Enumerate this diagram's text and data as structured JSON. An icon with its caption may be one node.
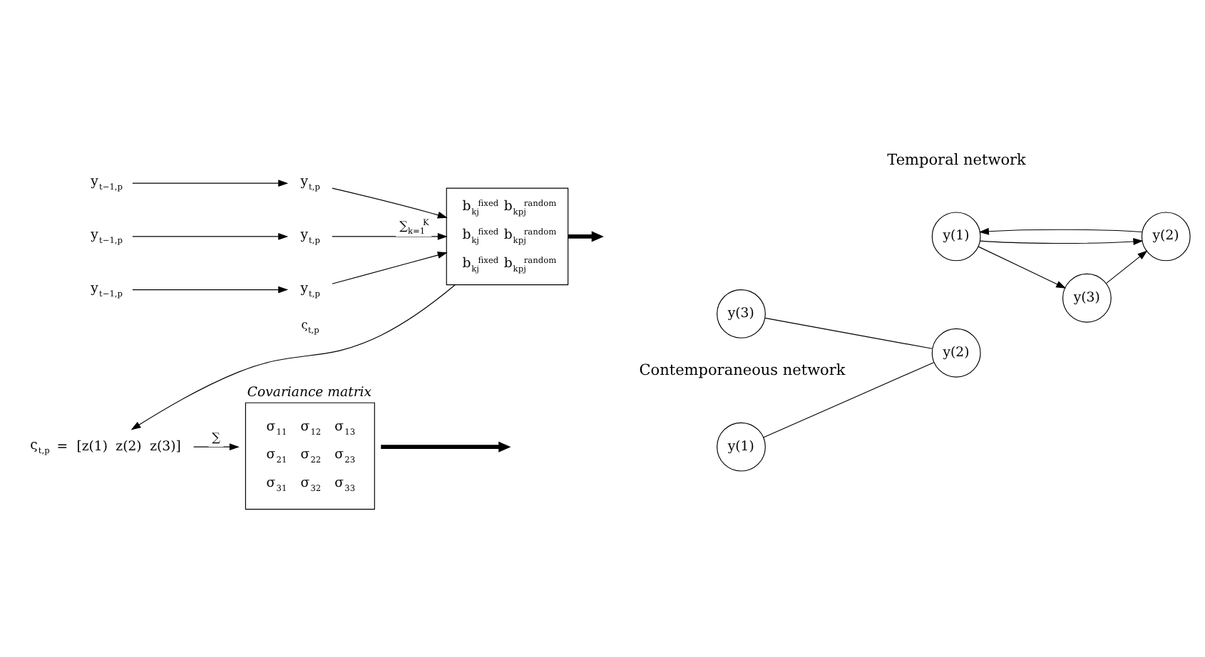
{
  "diagram": {
    "nodes": [
      {
        "text": [
          "y$_{t−1,p}$"
        ]
      },
      {
        "text": [
          "y$_{t,p}$"
        ]
      },
      {
        "text": [
          "y$_{t−1,p}$"
        ]
      },
      {
        "text": [
          "y$_{t,p}$"
        ]
      },
      {
        "text": [
          "y$_{t−1,p}$"
        ]
      },
      {
        "text": [
          "y$_{t,p}$"
        ]
      },
      {
        "text": [
          "b$_{kj}$$^{fixed}$ b$_{kpj}$$^{random}$",
          "b$_{kj}$$^{fixed}$ b$_{kpj}$$^{random}$",
          "b$_{kj}$$^{fixed}$ b$_{kpj}$$^{random}$"
        ]
      },
      {
        "text": [
          "y(1)"
        ]
      },
      {
        "text": [
          "y(2)"
        ]
      },
      {
        "text": [
          "y(3)"
        ]
      },
      {
        "text": [
          "ς$_{t,p}$ = [z(1) z(2) z(3)]"
        ]
      },
      {
        "text": [
          "σ$_{11}$ σ$_{12}$ σ$_{13}$",
          "σ$_{21}$ σ$_{22}$ σ$_{23}$",
          "σ$_{31}$ σ$_{32}$ σ$_{33}$"
        ],
        "beside": [
          "Covariance matrix"
        ]
      },
      {
        "text": [
          "y(1)"
        ]
      },
      {
        "text": [
          "y(2)"
        ]
      },
      {
        "text": [
          "y(3)"
        ]
      }
    ],
    "edges": [
      {
        "from": 0,
        "to": 1,
        "arrow": "to"
      },
      {
        "from": 2,
        "to": 3,
        "arrow": "to"
      },
      {
        "from": 4,
        "to": 5,
        "arrow": "to"
      },
      {
        "from": 1,
        "to": 6,
        "arrow": "to"
      },
      {
        "from": 3,
        "to": 6,
        "arrow": "to",
        "label": "∑$_{k=1}$$^{K}$"
      },
      {
        "from": 5,
        "to": 6,
        "arrow": "to"
      },
      {
        "from": 6,
        "to": null,
        "arrow": "to",
        "style": "thick"
      },
      {
        "from": 7,
        "to": 8,
        "arrow": "to"
      },
      {
        "from": 8,
        "to": 7,
        "arrow": "to"
      },
      {
        "from": 7,
        "to": 9,
        "arrow": "to"
      },
      {
        "from": 9,
        "to": 8,
        "arrow": "to"
      },
      {
        "from": 6,
        "to": 10,
        "arrow": "to",
        "label": "ς$_{t,p}$"
      },
      {
        "from": 10,
        "to": 11,
        "arrow": "to",
        "label": "∑"
      },
      {
        "from": 11,
        "to": null,
        "arrow": "to",
        "style": "thick"
      },
      {
        "from": 12,
        "to": 13,
        "arrow": "none"
      },
      {
        "from": 14,
        "to": 13,
        "arrow": "none"
      }
    ],
    "labels": [
      "Temporal network",
      "Contemporaneous network"
    ]
  }
}
